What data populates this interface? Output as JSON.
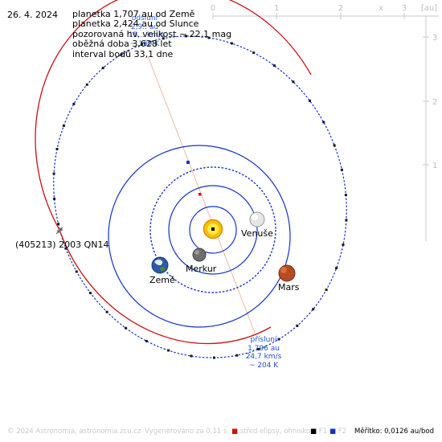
{
  "date": "26. 4. 2024",
  "info_lines": [
    "planetka 1,707 au od Země",
    "planetka 2,424 au od Slunce",
    "pozorovaná hv. velikost ~ 22,1 mag",
    "oběžná doba 3,628 let",
    "interval bodů 33,1 dne"
  ],
  "axis": {
    "x_ticks": [
      "0",
      "1",
      "2",
      "3"
    ],
    "y_ticks": [
      "3",
      "2",
      "1"
    ],
    "x_label": "x",
    "unit_label": "[au]"
  },
  "labels": {
    "asteroid": "(405213) 2003 QN14",
    "earth": "Země",
    "mercury": "Merkur",
    "venus": "Venuše",
    "mars": "Mars"
  },
  "perihelion": [
    "přísluní",
    "1,796 au",
    "24,7 km/s",
    "~ 204 K"
  ],
  "aphelion": [
    "odsluní",
    "2,9.. au",
    "15,.. km/s",
    "~ 160 K"
  ],
  "footer": {
    "copyright": "© 2024 Astronomia, astronomia.zcu.cz",
    "generated": "Vygenerováno za 0,11 s",
    "legend_center": "střed elipsy, ohnisko",
    "legend_f1": "F1",
    "legend_f2": "F2",
    "scale": "Měřítko: 0,0126 au/bod"
  },
  "colors": {
    "asteroid_orbit_near": "#cc1111",
    "asteroid_orbit_far": "#1133cc",
    "planet_orbit": "#1133cc",
    "axis": "#c8c8c8",
    "sun": "#f2d400"
  }
}
